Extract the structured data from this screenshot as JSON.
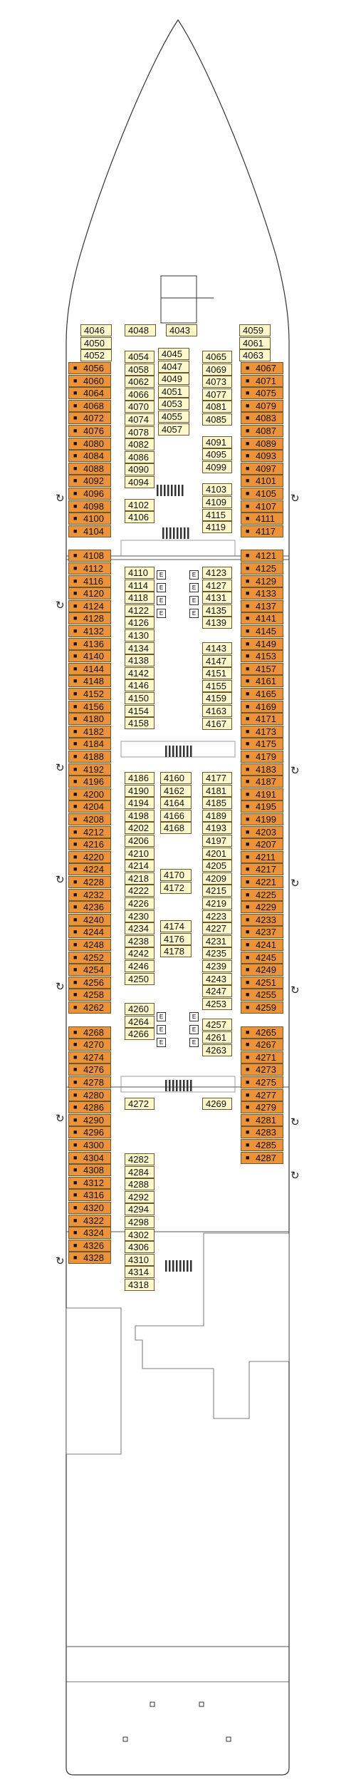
{
  "plan": {
    "port_cabins_forward": [
      "4046",
      "4050",
      "4052"
    ],
    "starboard_cabins_forward": [
      "4059",
      "4061",
      "4063"
    ],
    "top_center": [
      "4048",
      "4043"
    ],
    "port_outer": [
      "4056",
      "4060",
      "4064",
      "4068",
      "4072",
      "4076",
      "4080",
      "4084",
      "4088",
      "4092",
      "4096",
      "4098",
      "4100",
      "4104",
      "4108",
      "4112",
      "4116",
      "4120",
      "4124",
      "4128",
      "4132",
      "4136",
      "4140",
      "4144",
      "4148",
      "4152",
      "4156",
      "4180",
      "4182",
      "4184",
      "4188",
      "4192",
      "4196",
      "4200",
      "4204",
      "4208",
      "4212",
      "4216",
      "4220",
      "4224",
      "4228",
      "4232",
      "4236",
      "4240",
      "4244",
      "4248",
      "4252",
      "4254",
      "4256",
      "4258",
      "4262",
      "4268",
      "4270",
      "4274",
      "4276",
      "4278",
      "4280",
      "4286",
      "4290",
      "4296",
      "4300",
      "4304",
      "4308",
      "4312",
      "4316",
      "4320",
      "4322",
      "4324",
      "4326",
      "4328"
    ],
    "starboard_outer": [
      "4067",
      "4071",
      "4075",
      "4079",
      "4083",
      "4087",
      "4089",
      "4093",
      "4097",
      "4101",
      "4105",
      "4107",
      "4111",
      "4117",
      "4121",
      "4125",
      "4129",
      "4133",
      "4137",
      "4141",
      "4145",
      "4149",
      "4153",
      "4157",
      "4161",
      "4165",
      "4169",
      "4171",
      "4173",
      "4175",
      "4179",
      "4183",
      "4187",
      "4191",
      "4195",
      "4199",
      "4203",
      "4207",
      "4211",
      "4217",
      "4221",
      "4225",
      "4229",
      "4233",
      "4237",
      "4241",
      "4245",
      "4249",
      "4251",
      "4255",
      "4259",
      "4265",
      "4267",
      "4271",
      "4273",
      "4275",
      "4277",
      "4279",
      "4281",
      "4283",
      "4285",
      "4287"
    ],
    "port_inner_a": [
      "4054",
      "4058",
      "4062",
      "4066",
      "4070",
      "4074",
      "4078",
      "4082",
      "4086",
      "4090",
      "4094",
      "4102",
      "4106"
    ],
    "center_a": [
      "4045",
      "4047",
      "4049",
      "4051",
      "4053",
      "4055",
      "4057"
    ],
    "stbd_inner_a": [
      "4065",
      "4069",
      "4073",
      "4077",
      "4081",
      "4085",
      "4091",
      "4095",
      "4099",
      "4103",
      "4109",
      "4115",
      "4119"
    ],
    "port_inner_b": [
      "4110",
      "4114",
      "4118",
      "4122",
      "4126",
      "4130",
      "4134",
      "4138",
      "4142",
      "4146",
      "4150",
      "4154",
      "4158"
    ],
    "stbd_inner_b": [
      "4123",
      "4127",
      "4131",
      "4135",
      "4139",
      "4143",
      "4147",
      "4151",
      "4155",
      "4159",
      "4163",
      "4167"
    ],
    "port_inner_c": [
      "4186",
      "4190",
      "4194",
      "4198",
      "4202",
      "4206",
      "4210",
      "4214",
      "4218",
      "4222",
      "4226",
      "4230",
      "4234",
      "4238",
      "4242",
      "4246",
      "4250",
      "4260",
      "4264",
      "4266"
    ],
    "center_c": [
      "4160",
      "4162",
      "4164",
      "4166",
      "4168",
      "4170",
      "4172",
      "4174",
      "4176",
      "4178"
    ],
    "stbd_inner_c": [
      "4177",
      "4181",
      "4185",
      "4189",
      "4193",
      "4197",
      "4201",
      "4205",
      "4209",
      "4215",
      "4219",
      "4223",
      "4227",
      "4231",
      "4235",
      "4239",
      "4243",
      "4247",
      "4253",
      "4257",
      "4261",
      "4263"
    ],
    "mid_pair": [
      "4272",
      "4269"
    ],
    "port_inner_d": [
      "4282",
      "4284",
      "4288",
      "4292",
      "4294",
      "4298",
      "4302",
      "4306",
      "4310",
      "4314",
      "4318"
    ],
    "elevator_label": "E",
    "colors": {
      "balcony": "#eb923a",
      "inside": "#fcf8cc",
      "outline": "#6b5a2e"
    },
    "icons": [
      "lifeboat-arrow-icon",
      "stairs-icon",
      "elevator-icon",
      "connecting-door-icon",
      "accessible-cabin-icon"
    ]
  }
}
